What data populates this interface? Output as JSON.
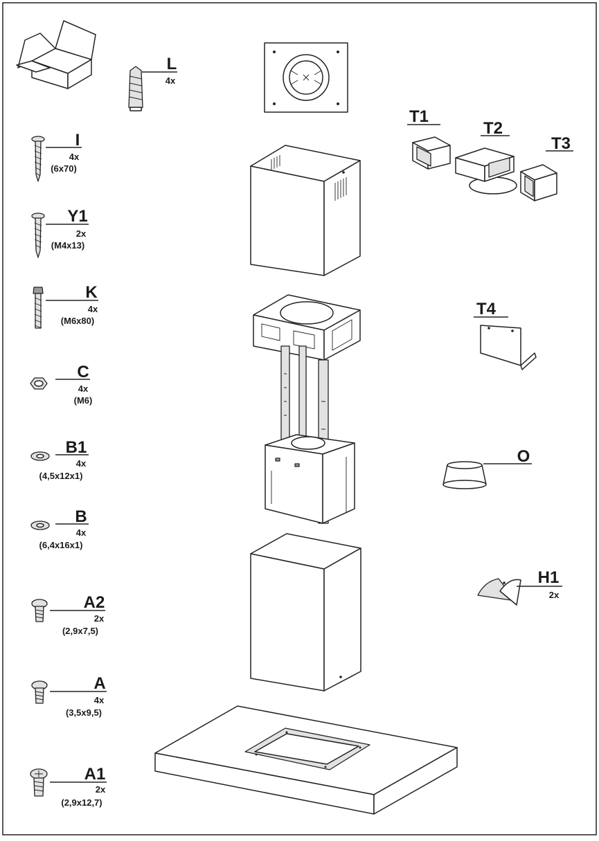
{
  "hardware": [
    {
      "code": "L",
      "qty": "4x",
      "size": ""
    },
    {
      "code": "I",
      "qty": "4x",
      "size": "(6x70)"
    },
    {
      "code": "Y1",
      "qty": "2x",
      "size": "(M4x13)"
    },
    {
      "code": "K",
      "qty": "4x",
      "size": "(M6x80)"
    },
    {
      "code": "C",
      "qty": "4x",
      "size": "(M6)"
    },
    {
      "code": "B1",
      "qty": "4x",
      "size": "(4,5x12x1)"
    },
    {
      "code": "B",
      "qty": "4x",
      "size": "(6,4x16x1)"
    },
    {
      "code": "A2",
      "qty": "2x",
      "size": "(2,9x7,5)"
    },
    {
      "code": "A",
      "qty": "4x",
      "size": "(3,5x9,5)"
    },
    {
      "code": "A1",
      "qty": "2x",
      "size": "(2,9x12,7)"
    }
  ],
  "accessories": [
    {
      "code": "T1",
      "qty": ""
    },
    {
      "code": "T2",
      "qty": ""
    },
    {
      "code": "T3",
      "qty": ""
    },
    {
      "code": "T4",
      "qty": ""
    },
    {
      "code": "O",
      "qty": ""
    },
    {
      "code": "H1",
      "qty": "2x"
    }
  ],
  "colors": {
    "line": "#222222",
    "paper": "#ffffff",
    "shade": "#e2e2e2"
  }
}
